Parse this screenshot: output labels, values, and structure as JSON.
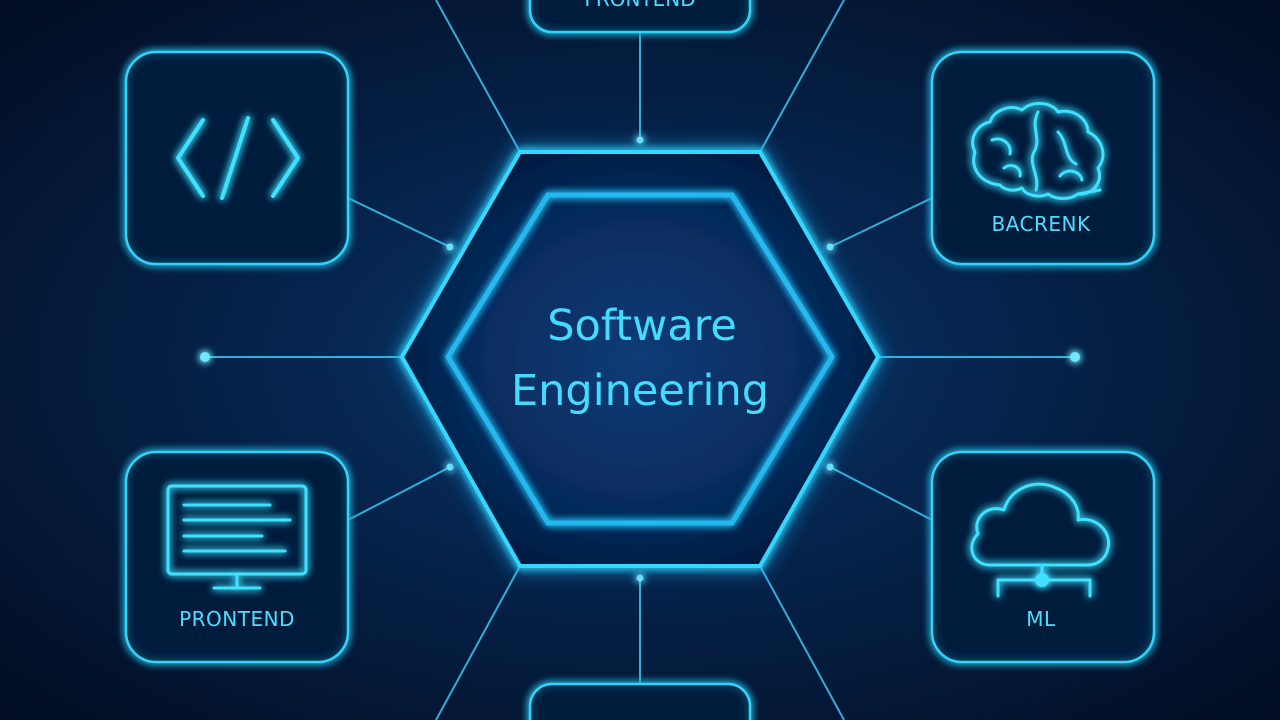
{
  "center": {
    "title_line1": "Software",
    "title_line2": "Engineering"
  },
  "cards": {
    "top_partial": {
      "label": "FRONTEND"
    },
    "code": {
      "icon": "code-brackets-icon",
      "label": ""
    },
    "brain": {
      "icon": "brain-icon",
      "label": "BACRENK"
    },
    "monitor": {
      "icon": "monitor-icon",
      "label": "PRONTEND"
    },
    "cloud": {
      "icon": "cloud-network-icon",
      "label": "ML"
    },
    "bottom_partial": {
      "label": ""
    }
  },
  "colors": {
    "background": "#04142e",
    "neon": "#2ed3ff",
    "label": "#4fdcff"
  }
}
